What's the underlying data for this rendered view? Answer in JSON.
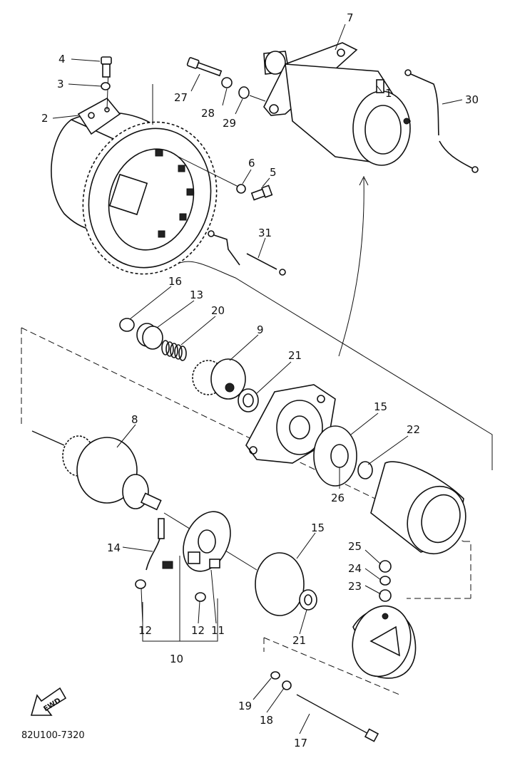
{
  "diagram_code": "82U100-7320",
  "fwd_label": "FWD",
  "callouts": [
    {
      "id": "c1",
      "label": "1"
    },
    {
      "id": "c2",
      "label": "2"
    },
    {
      "id": "c3",
      "label": "3"
    },
    {
      "id": "c4",
      "label": "4"
    },
    {
      "id": "c5",
      "label": "5"
    },
    {
      "id": "c6",
      "label": "6"
    },
    {
      "id": "c7",
      "label": "7"
    },
    {
      "id": "c8",
      "label": "8"
    },
    {
      "id": "c9",
      "label": "9"
    },
    {
      "id": "c10",
      "label": "10"
    },
    {
      "id": "c11",
      "label": "11"
    },
    {
      "id": "c12a",
      "label": "12"
    },
    {
      "id": "c12b",
      "label": "12"
    },
    {
      "id": "c13",
      "label": "13"
    },
    {
      "id": "c14",
      "label": "14"
    },
    {
      "id": "c15a",
      "label": "15"
    },
    {
      "id": "c15b",
      "label": "15"
    },
    {
      "id": "c16",
      "label": "16"
    },
    {
      "id": "c17",
      "label": "17"
    },
    {
      "id": "c18",
      "label": "18"
    },
    {
      "id": "c19",
      "label": "19"
    },
    {
      "id": "c20",
      "label": "20"
    },
    {
      "id": "c21a",
      "label": "21"
    },
    {
      "id": "c21b",
      "label": "21"
    },
    {
      "id": "c22",
      "label": "22"
    },
    {
      "id": "c23",
      "label": "23"
    },
    {
      "id": "c24",
      "label": "24"
    },
    {
      "id": "c25",
      "label": "25"
    },
    {
      "id": "c26",
      "label": "26"
    },
    {
      "id": "c27",
      "label": "27"
    },
    {
      "id": "c28",
      "label": "28"
    },
    {
      "id": "c29",
      "label": "29"
    },
    {
      "id": "c30",
      "label": "30"
    },
    {
      "id": "c31",
      "label": "31"
    }
  ]
}
